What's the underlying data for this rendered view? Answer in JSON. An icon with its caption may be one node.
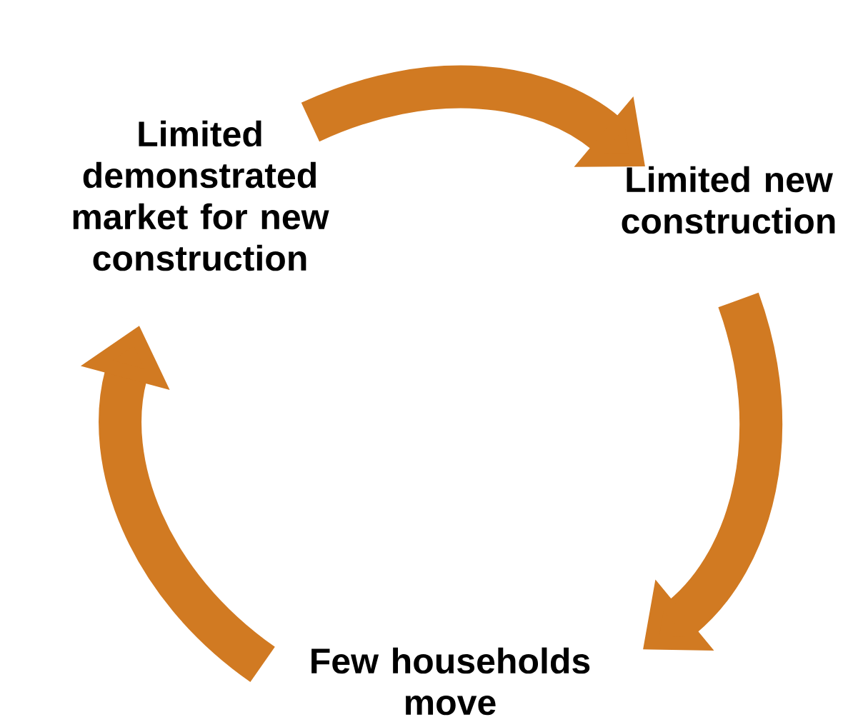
{
  "diagram": {
    "nodes": [
      {
        "text": [
          "Limited demonstrated market for new construction"
        ]
      },
      {
        "text": [
          "Limited new construction"
        ]
      },
      {
        "text": [
          "Few households move"
        ]
      }
    ],
    "edges": [
      {
        "from": 0,
        "to": 1,
        "arrow": "to"
      },
      {
        "from": 1,
        "to": 2,
        "arrow": "to"
      },
      {
        "from": 2,
        "to": 0,
        "arrow": "to"
      }
    ]
  }
}
